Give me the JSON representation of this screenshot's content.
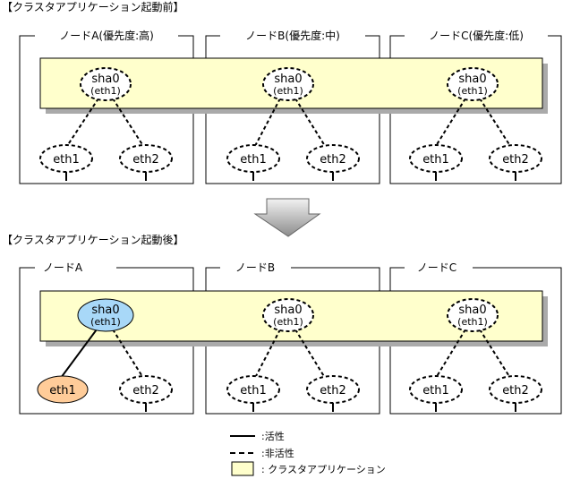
{
  "sections": {
    "before_title": "【クラスタアプリケーション起動前】",
    "after_title": "【クラスタアプリケーション起動後】"
  },
  "before": {
    "nodes": [
      {
        "label": "ノードA(優先度:高)"
      },
      {
        "label": "ノードB(優先度:中)"
      },
      {
        "label": "ノードC(優先度:低)"
      }
    ]
  },
  "after": {
    "nodes": [
      {
        "label": "ノードA"
      },
      {
        "label": "ノードB"
      },
      {
        "label": "ノードC"
      }
    ]
  },
  "labels": {
    "sha0": "sha0",
    "sha0_sub": "(eth1)",
    "eth1": "eth1",
    "eth2": "eth2"
  },
  "legend": {
    "active": ":活性",
    "inactive": ":非活性",
    "cluster_app": ": クラスタアプリケーション"
  },
  "colors": {
    "cluster_app_fill": "#ffffcc",
    "cluster_app_shadow": "#aaaaaa",
    "active_sha0": "#a8d8f8",
    "active_eth1": "#ffcc99",
    "arrow_fill": "#cccccc"
  }
}
